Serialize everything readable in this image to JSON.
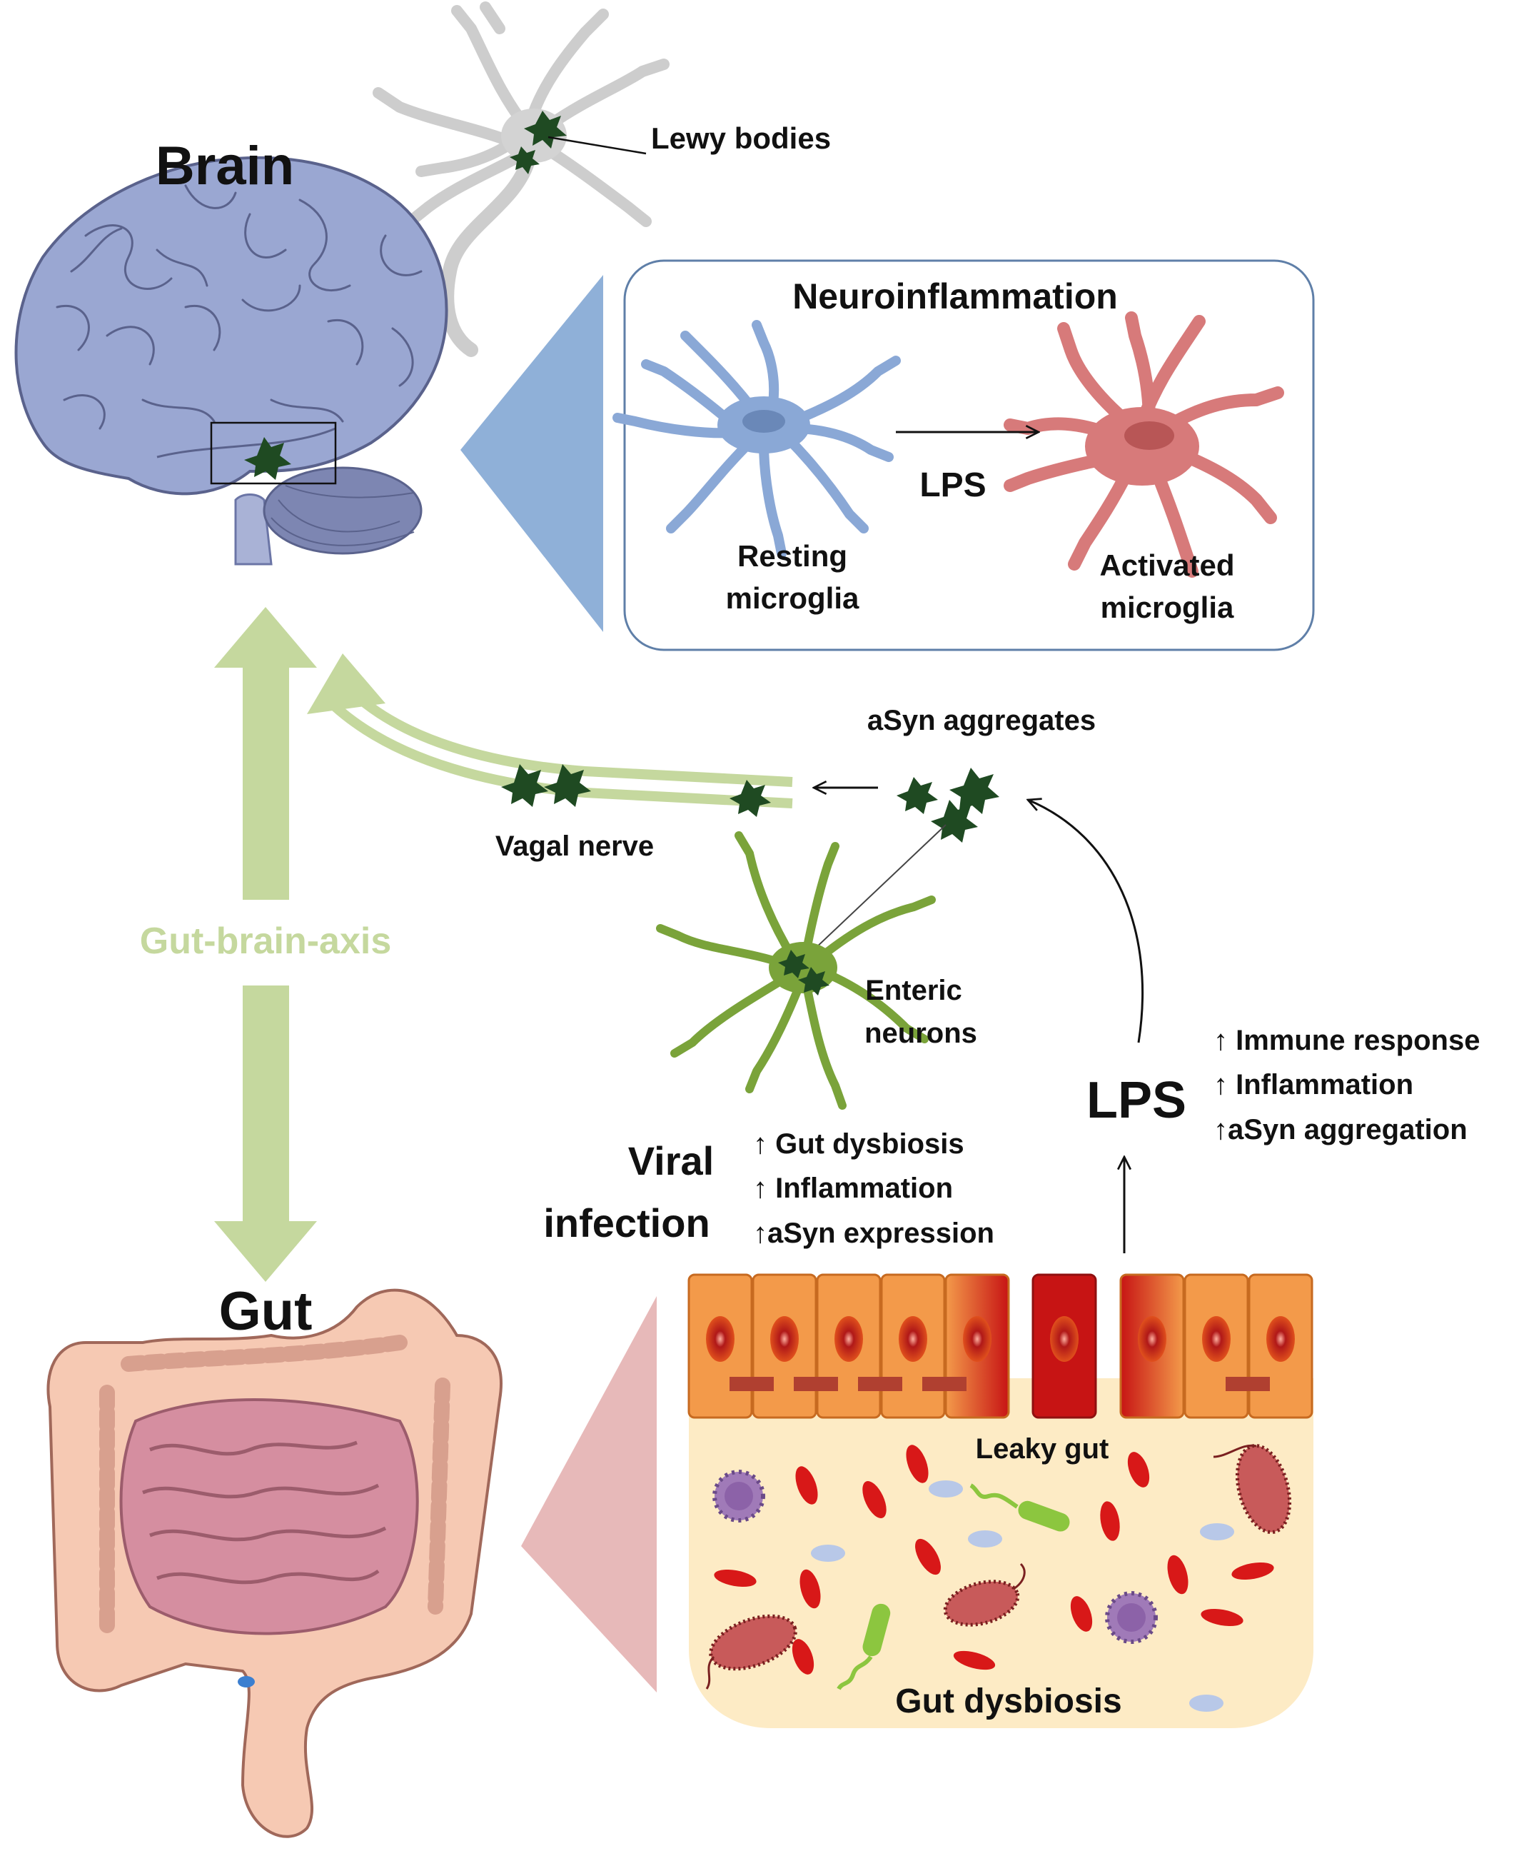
{
  "labels": {
    "brain": "Brain",
    "gut": "Gut",
    "lewy_bodies": "Lewy bodies",
    "neuroinflammation": "Neuroinflammation",
    "lps_small": "LPS",
    "resting_line1": "Resting",
    "resting_line2": "microglia",
    "activated_line1": "Activated",
    "activated_line2": "microglia",
    "asyn_aggregates": "aSyn aggregates",
    "vagal_nerve": "Vagal nerve",
    "gut_brain_axis": "Gut-brain-axis",
    "enteric_line1": "Enteric",
    "enteric_line2": "neurons",
    "viral_line1": "Viral",
    "viral_line2": "infection",
    "lps_big": "LPS",
    "leaky_gut": "Leaky gut",
    "gut_dysbiosis": "Gut dysbiosis"
  },
  "viral_effects": [
    "↑ Gut dysbiosis",
    "↑ Inflammation",
    "↑aSyn expression"
  ],
  "lps_effects": [
    "↑ Immune response",
    "↑ Inflammation",
    "↑aSyn aggregation"
  ],
  "colors": {
    "axis_green": "#c5d89e",
    "brain_blue": "#9aa7d2",
    "cone_blue": "#8fb0d8",
    "cone_pink": "#e7b9b9",
    "resting_microglia": "#8aa8d6",
    "activated_microglia": "#d77a7a",
    "enteric_neuron": "#7aa33a",
    "aggregate": "#1f4a22",
    "epithelium": "#f39a4a",
    "lumen": "#fdebc5",
    "rbc": "#d81818"
  }
}
